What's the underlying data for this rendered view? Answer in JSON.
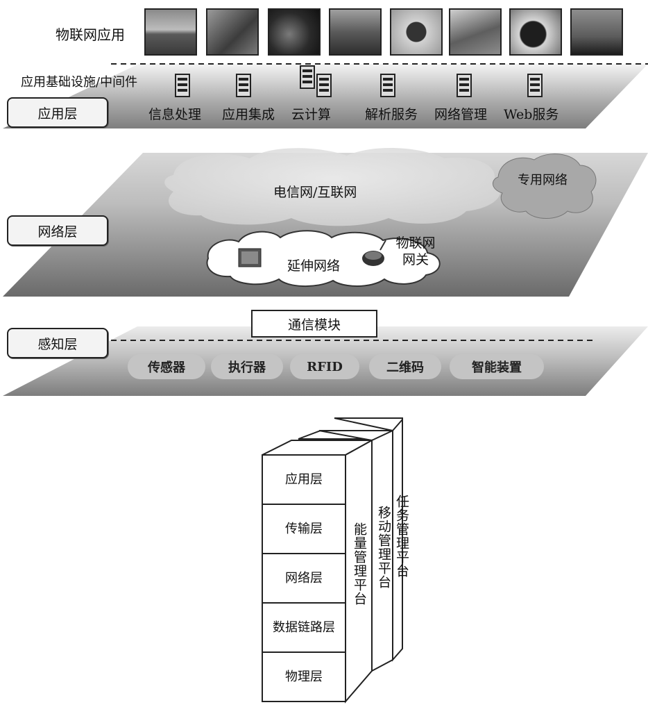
{
  "top": {
    "iot_apps_label": "物联网应用",
    "middleware_label": "应用基础设施/中间件",
    "thumbnails": [
      "field-photo",
      "tower-photo",
      "dark-photo",
      "city-photo",
      "device-photo",
      "factory-photo",
      "machine-photo",
      "antenna-photo"
    ],
    "services": [
      "信息处理",
      "应用集成",
      "云计算",
      "解析服务",
      "网络管理",
      "Web服务"
    ]
  },
  "layers": {
    "application": "应用层",
    "network": "网络层",
    "perception": "感知层"
  },
  "network": {
    "telecom": "电信网/互联网",
    "private_net": "专用网络",
    "extension": "延伸网络",
    "gateway": "物联网网关"
  },
  "perception": {
    "comm_module": "通信模块",
    "items": [
      "传感器",
      "执行器",
      "RFID",
      "二维码",
      "智能装置"
    ]
  },
  "stack": {
    "layers": [
      "应用层",
      "传输层",
      "网络层",
      "数据链路层",
      "物理层"
    ],
    "planes": [
      "能量管理平台",
      "移动管理平台",
      "任务管理平台"
    ]
  },
  "colors": {
    "band_dark": "#6e6e6e",
    "band_light": "#e6e6e6",
    "pill": "#c4c4c4",
    "outline": "#222222"
  }
}
